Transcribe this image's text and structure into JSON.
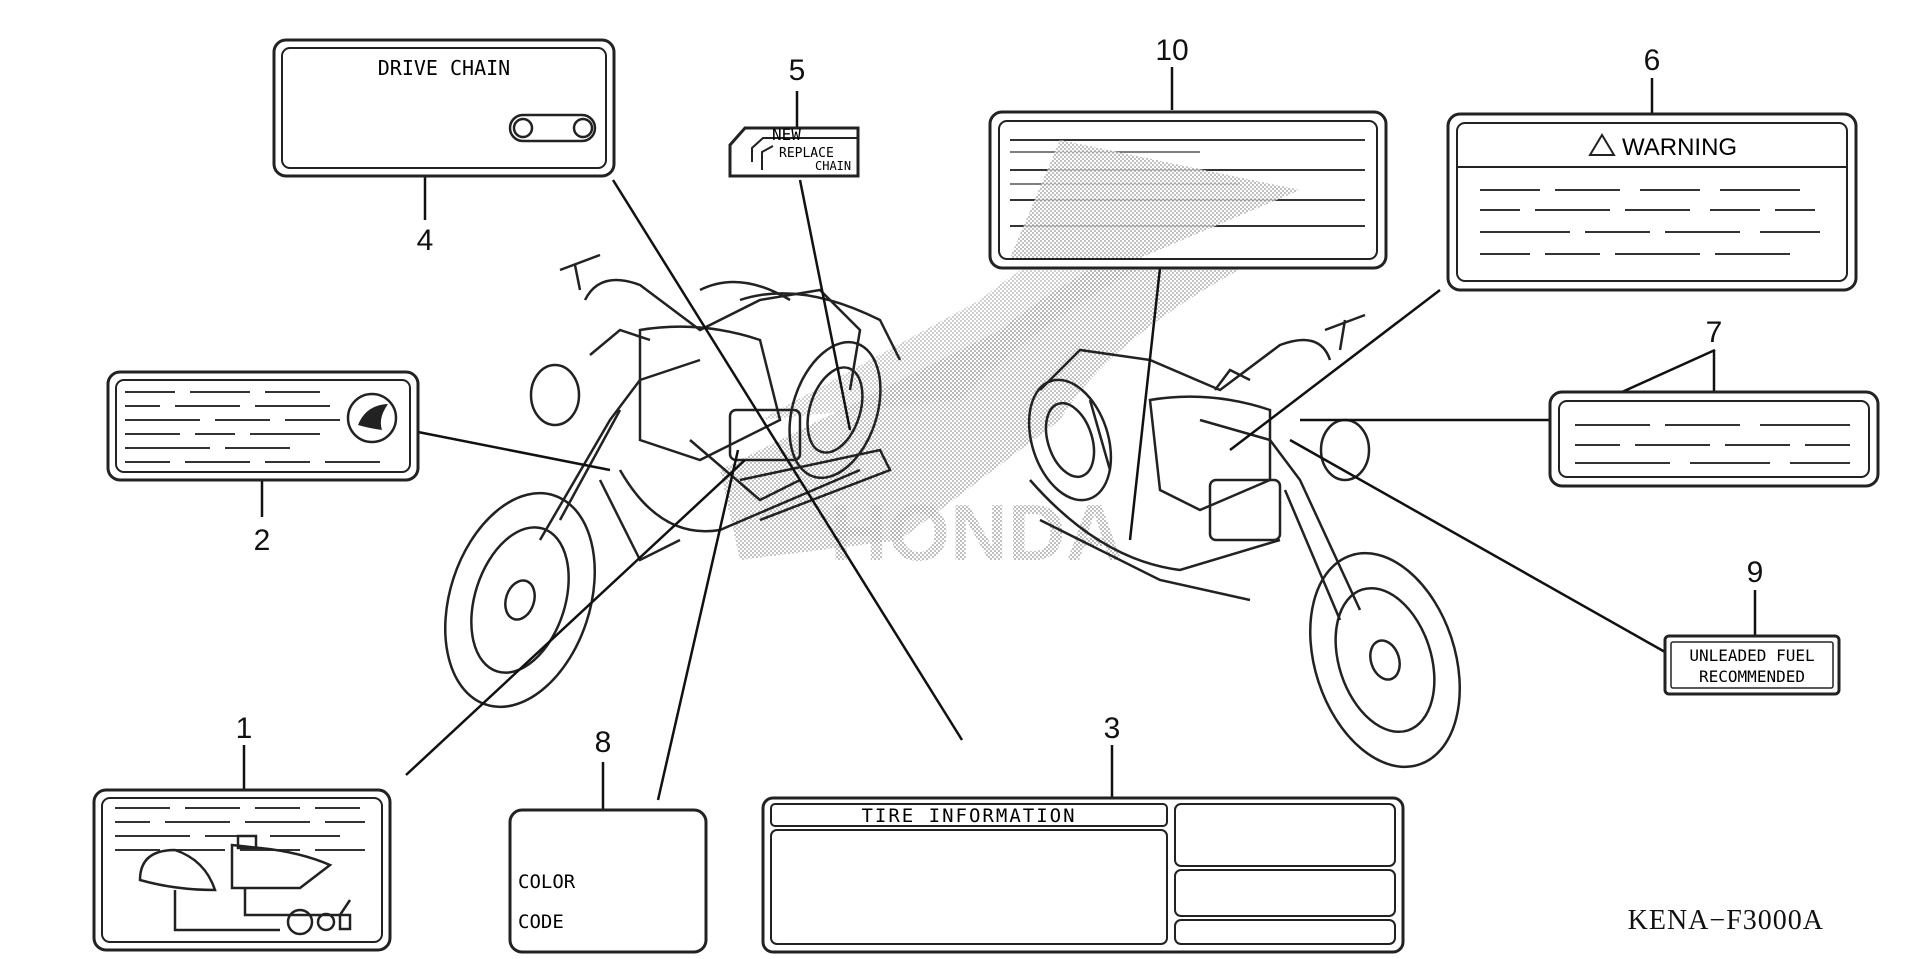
{
  "callouts": {
    "n1": "1",
    "n2": "2",
    "n3": "3",
    "n4": "4",
    "n5": "5",
    "n6": "6",
    "n7": "7",
    "n8": "8",
    "n9": "9",
    "n10": "10"
  },
  "labels": {
    "drive_chain": "DRIVE CHAIN",
    "new_replace_chain": [
      "NEW",
      "REPLACE",
      "CHAIN"
    ],
    "warning": "WARNING",
    "unleaded_fuel": [
      "UNLEADED FUEL",
      "RECOMMENDED"
    ],
    "tire_information": "TIRE INFORMATION",
    "color_code": [
      "COLOR",
      "CODE"
    ],
    "watermark": "HONDA"
  },
  "part_code": "KENA−F3000A",
  "icons": [
    "warning-triangle-icon",
    "honda-wing-icon",
    "drive-chain-icon",
    "fuel-tank-icon"
  ],
  "colors": {
    "line": "#222222",
    "shade": "#9a9a9a",
    "background": "#ffffff"
  }
}
